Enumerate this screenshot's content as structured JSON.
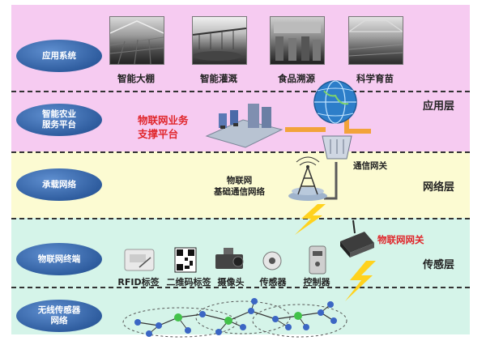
{
  "bands": {
    "application": {
      "color": "#f6cbf1"
    },
    "network": {
      "color": "#fcfbd2"
    },
    "sensing": {
      "color": "#d5f4e9"
    }
  },
  "left_labels": {
    "application_system": "应用系统",
    "agri_service_platform": "智能农业\n服务平台",
    "bearer_network": "承载网络",
    "iot_terminal": "物联网终端",
    "wireless_sensor_network": "无线传感器\n网络"
  },
  "layers": {
    "application": "应用层",
    "network": "网络层",
    "sensing": "传感层"
  },
  "applications": [
    {
      "label": "智能大棚"
    },
    {
      "label": "智能灌溉"
    },
    {
      "label": "食品溯源"
    },
    {
      "label": "科学育苗"
    }
  ],
  "platform": {
    "label": "物联网业务\n支撑平台"
  },
  "gateway_comm": {
    "label": "通信网关"
  },
  "base_network": {
    "label": "物联网\n基础通信网络"
  },
  "iot_gateway": {
    "label": "物联网网关"
  },
  "terminals": [
    {
      "label": "RFID标签"
    },
    {
      "label": "二维码标签"
    },
    {
      "label": "摄像头"
    },
    {
      "label": "传感器"
    },
    {
      "label": "控制器"
    }
  ],
  "accent": {
    "oval_blue": "#2f5d9f",
    "pipe_orange": "#f2a33a",
    "red_text": "#e0252a",
    "lightning": "#ffd21e"
  }
}
